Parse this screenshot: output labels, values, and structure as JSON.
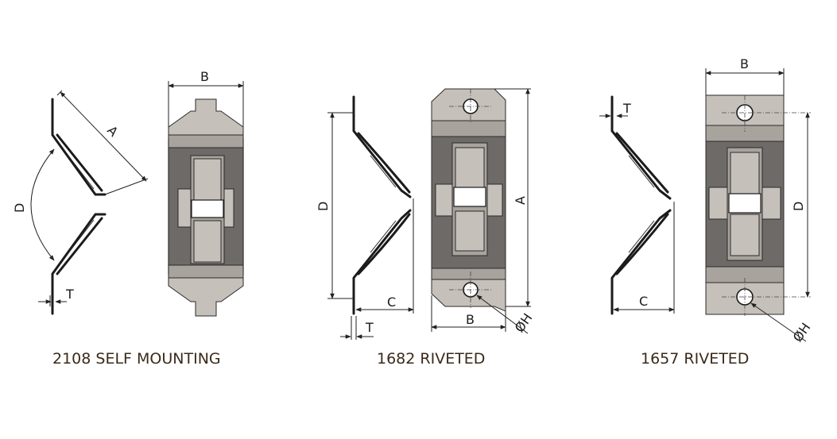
{
  "captions": {
    "left": "2108 SELF MOUNTING",
    "middle": "1682 RIVETED",
    "right": "1657 RIVETED"
  },
  "dimension_labels": {
    "a": "A",
    "b": "B",
    "c": "C",
    "d": "D",
    "t": "T",
    "h": "ØH"
  }
}
